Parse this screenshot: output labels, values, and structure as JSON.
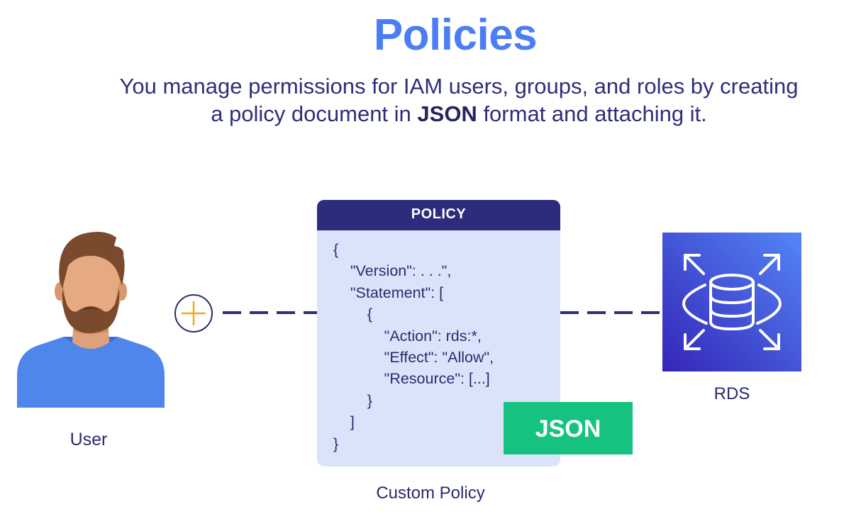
{
  "title": "Policies",
  "subtitle": {
    "line1": "You manage permissions for IAM users, groups, and roles by creating",
    "line2_pre": "a policy document in ",
    "line2_bold": "JSON",
    "line2_post": " format and attaching it."
  },
  "user": {
    "label": "User",
    "icon": "user-avatar-icon"
  },
  "attach": {
    "icon": "plus-icon",
    "accent": "#f5a623"
  },
  "policy": {
    "header": "POLICY",
    "code_lines": [
      "{",
      "    \"Version\": . . .\",",
      "    \"Statement\": [",
      "        {",
      "            \"Action\": rds:*,",
      "            \"Effect\": \"Allow\",",
      "            \"Resource\": [...]",
      "        }",
      "    ]",
      "}"
    ],
    "badge": "JSON",
    "caption": "Custom Policy"
  },
  "rds": {
    "label": "RDS",
    "icon": "rds-database-icon"
  },
  "colors": {
    "title": "#4b7ef6",
    "text": "#2e2e7a",
    "policy_header": "#2c2c7c",
    "policy_bg": "#dbe3fb",
    "badge": "#16c27f",
    "rds_gradient_top": "#4f7bf3",
    "rds_gradient_bottom": "#3a2bbd"
  }
}
